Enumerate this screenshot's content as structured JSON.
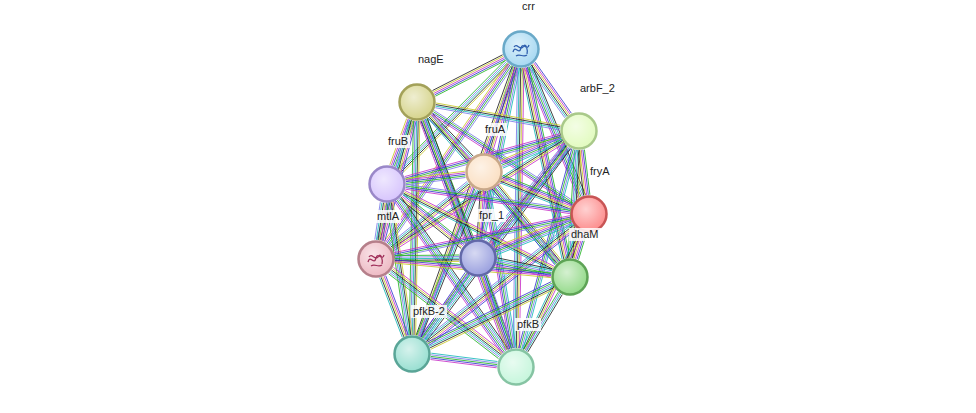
{
  "diagram": {
    "nodes": [
      {
        "text": [
          "crr"
        ]
      },
      {
        "text": [
          "nagE"
        ]
      },
      {
        "text": [
          "arbF_2"
        ]
      },
      {
        "text": [
          "fruA"
        ]
      },
      {
        "text": [
          "fruB"
        ]
      },
      {
        "text": [
          "fryA"
        ]
      },
      {
        "text": [
          "fpr_1"
        ]
      },
      {
        "text": [
          "mtlA"
        ]
      },
      {
        "text": [
          "dhaM"
        ]
      },
      {
        "text": [
          "pfkB-2"
        ]
      },
      {
        "text": [
          "pfkB"
        ]
      }
    ],
    "edges": [
      {
        "from": 0,
        "to": 1,
        "arrow": "none"
      },
      {
        "from": 0,
        "to": 2,
        "arrow": "none"
      },
      {
        "from": 0,
        "to": 3,
        "arrow": "none"
      },
      {
        "from": 0,
        "to": 4,
        "arrow": "none"
      },
      {
        "from": 0,
        "to": 5,
        "arrow": "none"
      },
      {
        "from": 0,
        "to": 6,
        "arrow": "none"
      },
      {
        "from": 0,
        "to": 7,
        "arrow": "none"
      },
      {
        "from": 0,
        "to": 8,
        "arrow": "none"
      },
      {
        "from": 0,
        "to": 9,
        "arrow": "none"
      },
      {
        "from": 0,
        "to": 10,
        "arrow": "none"
      },
      {
        "from": 1,
        "to": 2,
        "arrow": "none"
      },
      {
        "from": 1,
        "to": 3,
        "arrow": "none"
      },
      {
        "from": 1,
        "to": 4,
        "arrow": "none"
      },
      {
        "from": 1,
        "to": 5,
        "arrow": "none"
      },
      {
        "from": 1,
        "to": 6,
        "arrow": "none"
      },
      {
        "from": 1,
        "to": 7,
        "arrow": "none"
      },
      {
        "from": 1,
        "to": 8,
        "arrow": "none"
      },
      {
        "from": 1,
        "to": 9,
        "arrow": "none"
      },
      {
        "from": 1,
        "to": 10,
        "arrow": "none"
      },
      {
        "from": 2,
        "to": 3,
        "arrow": "none"
      },
      {
        "from": 2,
        "to": 4,
        "arrow": "none"
      },
      {
        "from": 2,
        "to": 5,
        "arrow": "none"
      },
      {
        "from": 2,
        "to": 6,
        "arrow": "none"
      },
      {
        "from": 2,
        "to": 7,
        "arrow": "none"
      },
      {
        "from": 2,
        "to": 8,
        "arrow": "none"
      },
      {
        "from": 2,
        "to": 9,
        "arrow": "none"
      },
      {
        "from": 2,
        "to": 10,
        "arrow": "none"
      },
      {
        "from": 3,
        "to": 4,
        "arrow": "none"
      },
      {
        "from": 3,
        "to": 5,
        "arrow": "none"
      },
      {
        "from": 3,
        "to": 6,
        "arrow": "none"
      },
      {
        "from": 3,
        "to": 7,
        "arrow": "none"
      },
      {
        "from": 3,
        "to": 8,
        "arrow": "none"
      },
      {
        "from": 3,
        "to": 9,
        "arrow": "none"
      },
      {
        "from": 3,
        "to": 10,
        "arrow": "none"
      },
      {
        "from": 4,
        "to": 5,
        "arrow": "none"
      },
      {
        "from": 4,
        "to": 6,
        "arrow": "none"
      },
      {
        "from": 4,
        "to": 7,
        "arrow": "none"
      },
      {
        "from": 4,
        "to": 8,
        "arrow": "none"
      },
      {
        "from": 4,
        "to": 9,
        "arrow": "none"
      },
      {
        "from": 4,
        "to": 10,
        "arrow": "none"
      },
      {
        "from": 5,
        "to": 6,
        "arrow": "none"
      },
      {
        "from": 5,
        "to": 7,
        "arrow": "none"
      },
      {
        "from": 5,
        "to": 8,
        "arrow": "none"
      },
      {
        "from": 5,
        "to": 9,
        "arrow": "none"
      },
      {
        "from": 5,
        "to": 10,
        "arrow": "none"
      },
      {
        "from": 6,
        "to": 7,
        "arrow": "none"
      },
      {
        "from": 6,
        "to": 8,
        "arrow": "none"
      },
      {
        "from": 6,
        "to": 9,
        "arrow": "none"
      },
      {
        "from": 6,
        "to": 10,
        "arrow": "none"
      },
      {
        "from": 7,
        "to": 8,
        "arrow": "none"
      },
      {
        "from": 7,
        "to": 9,
        "arrow": "none"
      },
      {
        "from": 7,
        "to": 10,
        "arrow": "none"
      },
      {
        "from": 8,
        "to": 9,
        "arrow": "none"
      },
      {
        "from": 8,
        "to": 10,
        "arrow": "none"
      },
      {
        "from": 9,
        "to": 10,
        "arrow": "none"
      }
    ]
  }
}
